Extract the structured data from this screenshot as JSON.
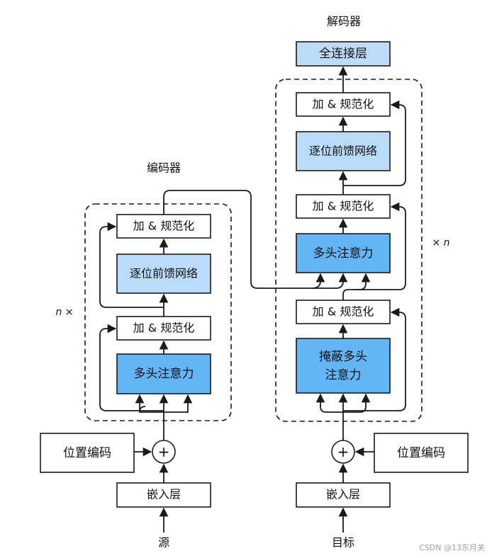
{
  "titles": {
    "encoder": "编码器",
    "decoder": "解码器"
  },
  "encoder": {
    "attention": "多头注意力",
    "add_norm_1": "加 & 规范化",
    "ffn": "逐位前馈网络",
    "add_norm_2": "加 & 规范化",
    "repeat": "n ×"
  },
  "decoder": {
    "masked_attention_line1": "掩蔽多头",
    "masked_attention_line2": "注意力",
    "add_norm_1": "加 & 规范化",
    "attention": "多头注意力",
    "add_norm_2": "加 & 规范化",
    "ffn": "逐位前馈网络",
    "add_norm_3": "加 & 规范化",
    "fc": "全连接层",
    "repeat": "× n"
  },
  "inputs": {
    "source_embedding": "嵌入层",
    "source_pos": "位置编码",
    "source": "源",
    "target_embedding": "嵌入层",
    "target_pos": "位置编码",
    "target": "目标",
    "plus_symbol": "+"
  },
  "watermark": "CSDN @13东月关"
}
